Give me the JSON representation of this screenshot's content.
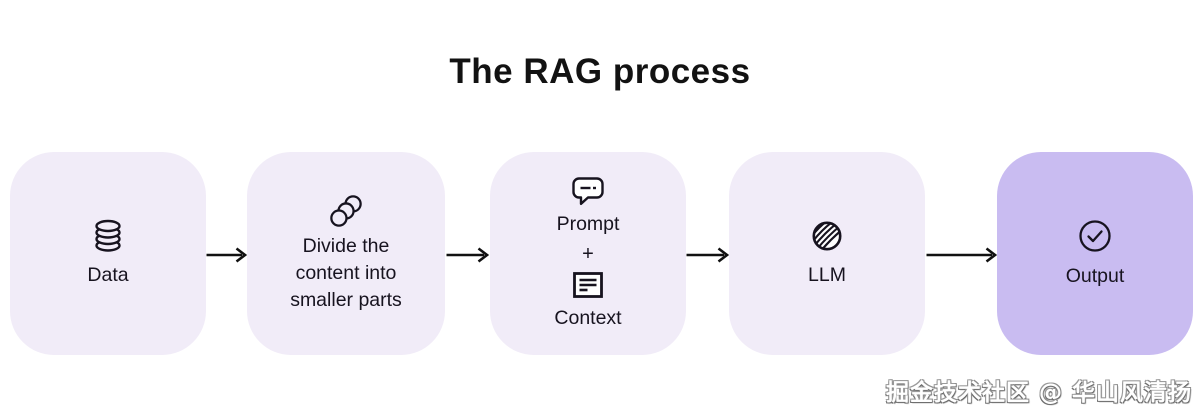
{
  "title": "The RAG process",
  "steps": [
    {
      "id": "data",
      "label": "Data",
      "icon": "database-icon"
    },
    {
      "id": "divide",
      "label": "Divide the\ncontent into\nsmaller parts",
      "icon": "split-parts-icon"
    },
    {
      "id": "prompt-context",
      "lines": {
        "prompt": "Prompt",
        "plus": "+",
        "context": "Context"
      },
      "icons": [
        "chat-bubble-icon",
        "document-icon"
      ]
    },
    {
      "id": "llm",
      "label": "LLM",
      "icon": "sphere-icon"
    },
    {
      "id": "output",
      "label": "Output",
      "icon": "check-circle-icon",
      "highlighted": true
    }
  ],
  "colors": {
    "step_background": "#F1ECF8",
    "output_background": "#C9BCF1",
    "stroke": "#17131F",
    "arrow": "#111111",
    "page_background": "#FFFFFF"
  },
  "watermark": {
    "text": "掘金技术社区 @ 华山风清扬"
  }
}
